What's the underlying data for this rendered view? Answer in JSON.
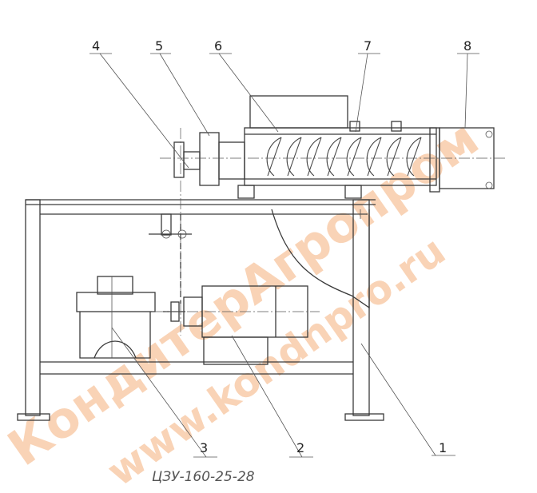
{
  "title": "",
  "callouts": [
    {
      "id": "1",
      "label": "1"
    },
    {
      "id": "2",
      "label": "2"
    },
    {
      "id": "3",
      "label": "3"
    },
    {
      "id": "4",
      "label": "4"
    },
    {
      "id": "5",
      "label": "5"
    },
    {
      "id": "6",
      "label": "6"
    },
    {
      "id": "7",
      "label": "7"
    },
    {
      "id": "8",
      "label": "8"
    }
  ],
  "drawing_code": "ЦЗУ-160-25-28",
  "watermarks": [
    "КондитерАгропром",
    "www.kondnpro.ru"
  ],
  "colors": {
    "line": "#3a3a3a",
    "watermark": "#f2a060"
  }
}
